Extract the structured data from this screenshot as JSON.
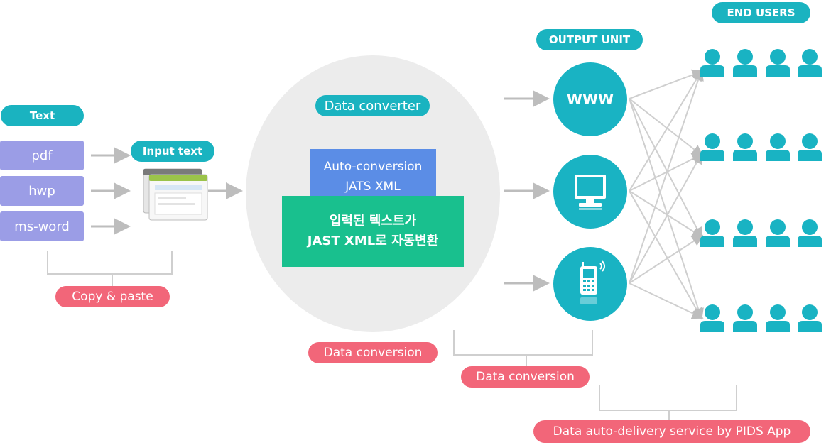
{
  "labels": {
    "text": "Text",
    "input_text": "Input text",
    "copy_paste": "Copy & paste",
    "data_converter": "Data converter",
    "data_conversion_1": "Data conversion",
    "data_conversion_2": "Data conversion",
    "output_unit": "OUTPUT UNIT",
    "end_users": "END USERS",
    "delivery": "Data auto-delivery service by PIDS App"
  },
  "sources": [
    "pdf",
    "hwp",
    "ms-word"
  ],
  "converter": {
    "auto_line1": "Auto-conversion",
    "auto_line2": "JATS XML",
    "korean_line1": "입력된 텍스트가",
    "korean_line2": "JAST XML로 자동변환"
  },
  "outputs": {
    "www": "WWW",
    "devices": [
      "monitor-icon",
      "mobile-phone-icon"
    ]
  },
  "colors": {
    "teal": "#1ab3c0",
    "pink": "#f26679",
    "source_purple": "#9b9de6",
    "blue": "#5b8de6",
    "green": "#19c08e",
    "user": "#19b3c3"
  }
}
